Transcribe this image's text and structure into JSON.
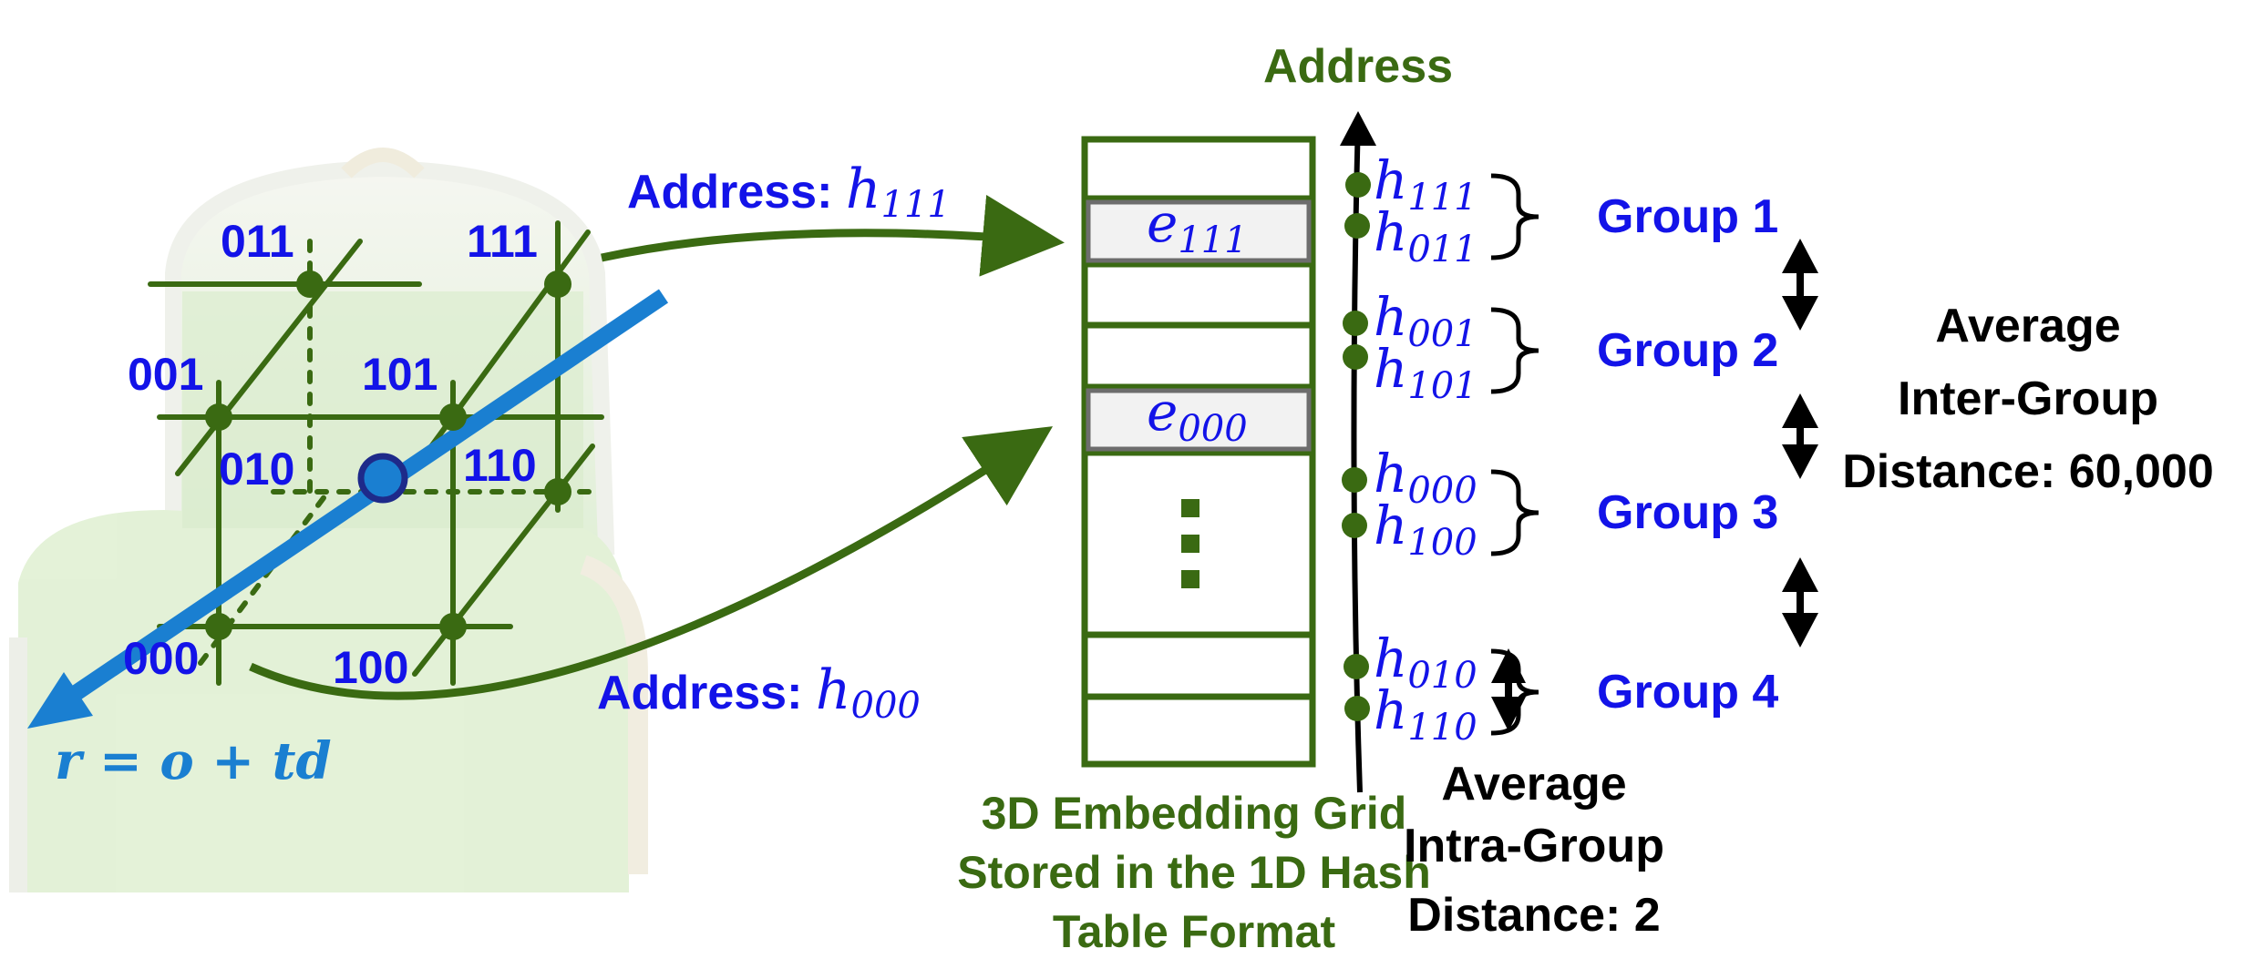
{
  "title": "Address",
  "cube": {
    "vertex_labels": [
      "011",
      "111",
      "001",
      "101",
      "010",
      "110",
      "000",
      "100"
    ],
    "ray_equation": "r = o + td"
  },
  "lookups": [
    {
      "prefix": "Address: ",
      "symbol": "h",
      "subscript": "111"
    },
    {
      "prefix": "Address: ",
      "symbol": "h",
      "subscript": "000"
    }
  ],
  "table": {
    "cells": [
      {
        "symbol": "e",
        "subscript": "111"
      },
      {
        "symbol": "e",
        "subscript": "000"
      }
    ],
    "ellipsis": "⋮",
    "caption_lines": [
      "3D Embedding Grid",
      "Stored in the 1D Hash",
      "Table Format"
    ]
  },
  "axis_hashes": [
    {
      "symbol": "h",
      "subscript": "111"
    },
    {
      "symbol": "h",
      "subscript": "011"
    },
    {
      "symbol": "h",
      "subscript": "001"
    },
    {
      "symbol": "h",
      "subscript": "101"
    },
    {
      "symbol": "h",
      "subscript": "000"
    },
    {
      "symbol": "h",
      "subscript": "100"
    },
    {
      "symbol": "h",
      "subscript": "010"
    },
    {
      "symbol": "h",
      "subscript": "110"
    }
  ],
  "groups": [
    "Group 1",
    "Group 2",
    "Group 3",
    "Group 4"
  ],
  "inter_group": {
    "lines": [
      "Average",
      "Inter-Group",
      "Distance: 60,000"
    ]
  },
  "intra_group": {
    "lines": [
      "Average",
      "Intra-Group",
      "Distance: 2"
    ]
  },
  "colors": {
    "grid_green": "#3a6a12",
    "label_blue": "#1313e8",
    "ray_blue": "#1a7fd1",
    "cell_fill": "#f2f2f2"
  }
}
